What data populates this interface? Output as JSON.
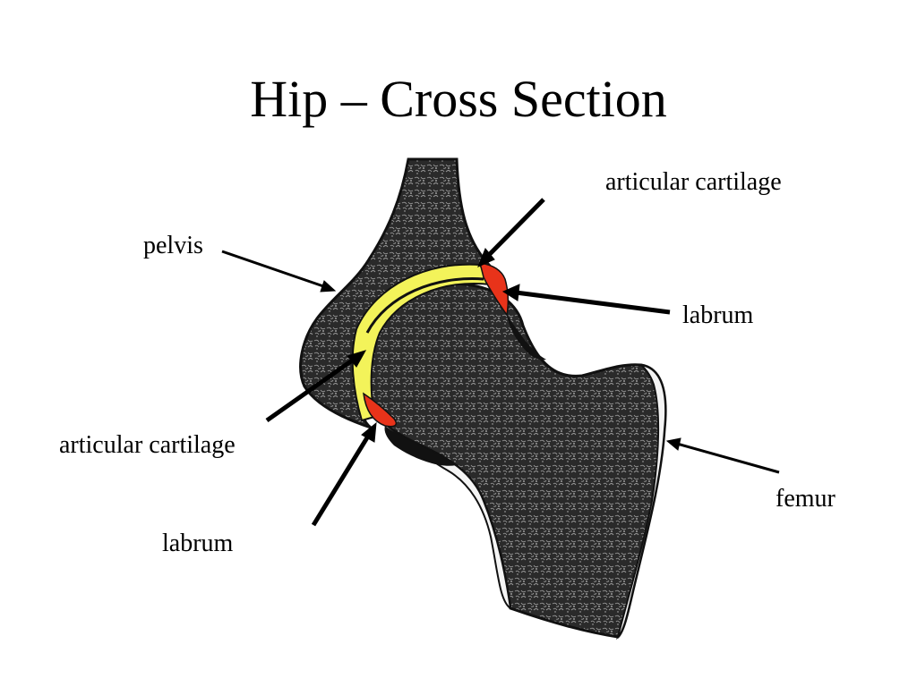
{
  "title": "Hip – Cross Section",
  "labels": {
    "pelvis": "pelvis",
    "articular_cartilage_upper": "articular cartilage",
    "labrum_right": "labrum",
    "articular_cartilage_lower": "articular cartilage",
    "labrum_lower": "labrum",
    "femur": "femur"
  },
  "colors": {
    "cartilage": "#f3f35a",
    "labrum": "#e8331a",
    "bone": "#2e2e2e",
    "cortex": "#f4f4f4",
    "outline": "#111111"
  }
}
